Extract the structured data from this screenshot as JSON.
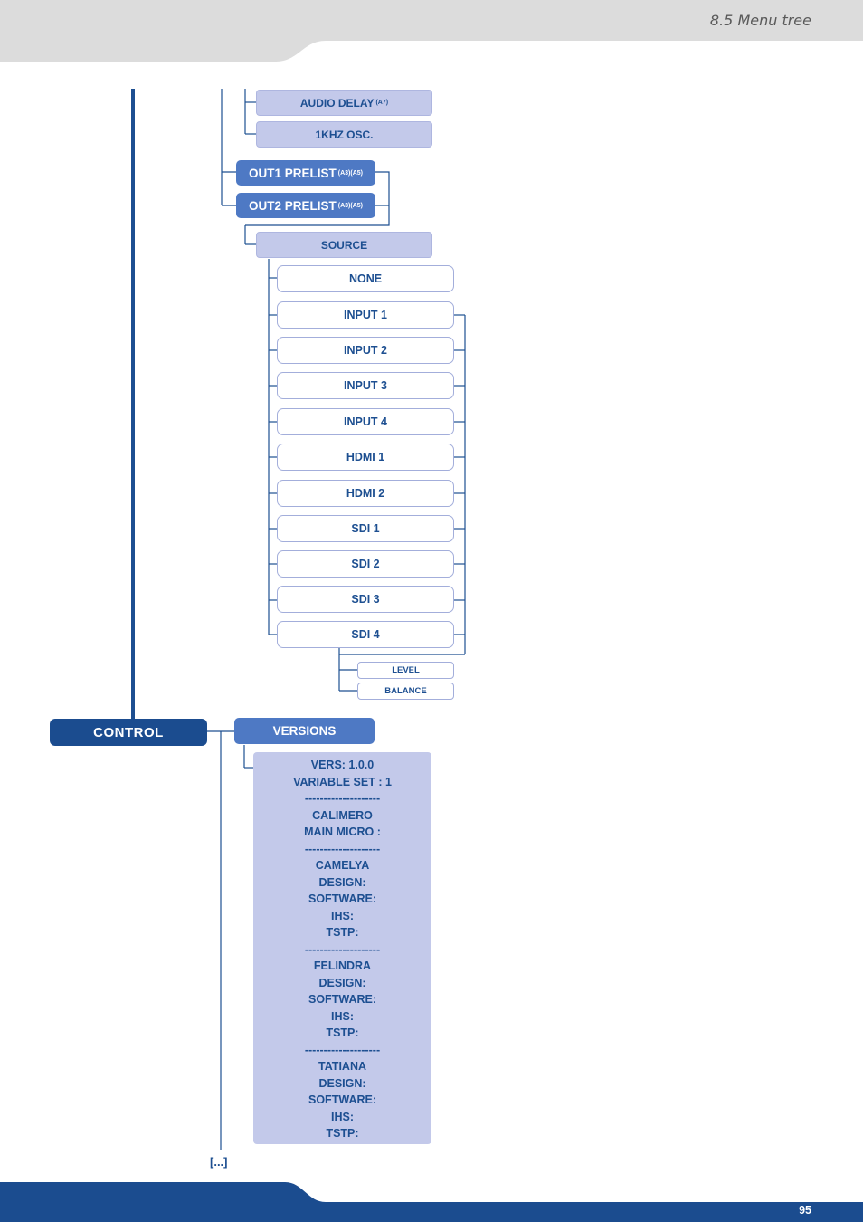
{
  "header": {
    "section_title": "8.5 Menu tree"
  },
  "tree": {
    "audio_delay": {
      "label": "AUDIO DELAY",
      "sup": "(A7)"
    },
    "khz_osc": "1KHZ OSC.",
    "out1_prelist": {
      "label": "OUT1 PRELIST",
      "sup": "(A3)(A5)"
    },
    "out2_prelist": {
      "label": "OUT2 PRELIST",
      "sup": "(A3)(A5)"
    },
    "source": "SOURCE",
    "sources": [
      "NONE",
      "INPUT 1",
      "INPUT 2",
      "INPUT 3",
      "INPUT 4",
      "HDMI 1",
      "HDMI 2",
      "SDI 1",
      "SDI 2",
      "SDI 3",
      "SDI 4"
    ],
    "level": "LEVEL",
    "balance": "BALANCE",
    "control": "CONTROL",
    "versions": "VERSIONS",
    "versions_lines": [
      "VERS: 1.0.0",
      "VARIABLE SET : 1",
      "--------------------",
      "CALIMERO",
      "MAIN MICRO :",
      "--------------------",
      "CAMELYA",
      "DESIGN:",
      "SOFTWARE:",
      "IHS:",
      "TSTP:",
      "--------------------",
      "FELINDRA",
      "DESIGN:",
      "SOFTWARE:",
      "IHS:",
      "TSTP:",
      "--------------------",
      "TATIANA",
      "DESIGN:",
      "SOFTWARE:",
      "IHS:",
      "TSTP:"
    ],
    "ellipsis": "[...]"
  },
  "footer": {
    "page_number": "95"
  },
  "colors": {
    "dark_blue": "#1b4c8f",
    "mid_blue": "#4e79c4",
    "lavender": "#c3c9ea",
    "header_gray": "#dcdcdc"
  }
}
